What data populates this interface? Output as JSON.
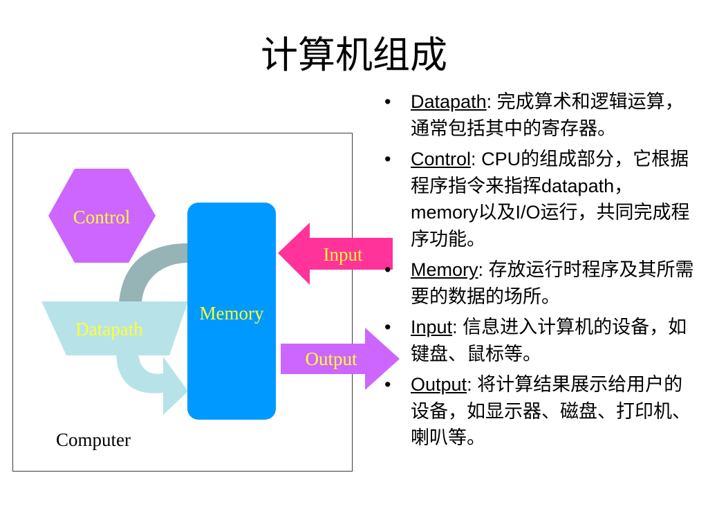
{
  "slide": {
    "title": "计算机组成"
  },
  "diagram": {
    "control_label": "Control",
    "datapath_label": "Datapath",
    "memory_label": "Memory",
    "input_label": "Input",
    "output_label": "Output",
    "computer_label": "Computer",
    "colors": {
      "control": "#cc66ff",
      "datapath": "#b7e3e8",
      "memory": "#0099ff",
      "input": "#ff3399",
      "output": "#cc66ff",
      "control_arrow": "#96b3b5",
      "yellow_text": "#ffff33"
    }
  },
  "bullets": [
    {
      "bullet": "•",
      "term": "Datapath",
      "sep": ":",
      "text": " 完成算术和逻辑运算，通常包括其中的寄存器。"
    },
    {
      "bullet": "•",
      "term": "Control",
      "sep": ":",
      "text": "  CPU的组成部分，它根据程序指令来指挥datapath， memory以及I/O运行，共同完成程序功能。"
    },
    {
      "bullet": "•",
      "term": "Memory",
      "sep": ":",
      "text": " 存放运行时程序及其所需要的数据的场所。"
    },
    {
      "bullet": "•",
      "term": "Input",
      "sep": ":",
      "text": " 信息进入计算机的设备，如键盘、鼠标等。"
    },
    {
      "bullet": "•",
      "term": "Output",
      "sep": ":",
      "text": " 将计算结果展示给用户的设备，如显示器、磁盘、打印机、喇叭等。"
    }
  ]
}
